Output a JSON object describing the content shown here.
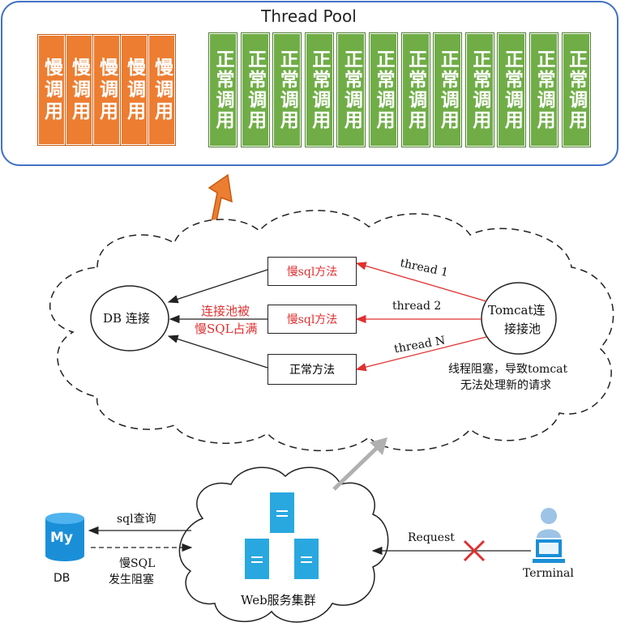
{
  "thread_pool": {
    "title": "Thread Pool",
    "slow_cell_text": "慢调用",
    "normal_cell_text": "正常调用",
    "slow_count": 5,
    "normal_count": 12
  },
  "cloud": {
    "db_connection": "DB 连接",
    "pool_exhausted_line1": "连接池被",
    "pool_exhausted_line2": "慢SQL占满",
    "methods": [
      "慢sql方法",
      "慢sql方法",
      "正常方法"
    ],
    "threads": [
      "thread 1",
      "thread 2",
      "thread N"
    ],
    "tomcat_line1": "Tomcat连",
    "tomcat_line2": "接接池",
    "blocking_note_line1": "线程阻塞，导致tomcat",
    "blocking_note_line2": "无法处理新的请求"
  },
  "bottom": {
    "sql_query": "sql查询",
    "slow_sql_line1": "慢SQL",
    "slow_sql_line2": "发生阻塞",
    "db_label": "DB",
    "db_logo": "My",
    "web_cluster": "Web服务集群",
    "request": "Request",
    "terminal": "Terminal"
  },
  "colors": {
    "slow": "#ed7d31",
    "normal": "#70ad47",
    "pool_border": "#4472c4",
    "red_arrow": "#e03030",
    "server_blue": "#29a8e0"
  }
}
